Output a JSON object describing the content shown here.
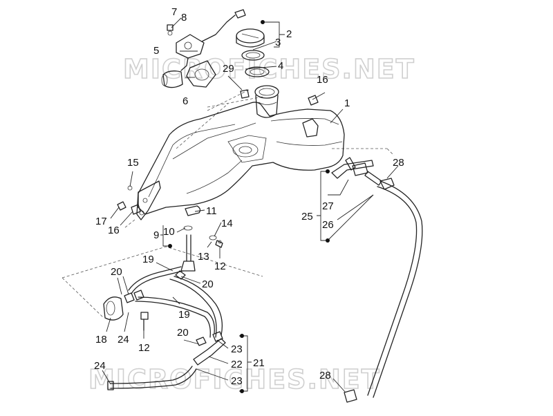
{
  "watermarks": [
    "MICROFICHES.NET",
    "MICROFICHES.NET"
  ],
  "labels": {
    "p1": "1",
    "p2": "2",
    "p3": "3",
    "p4": "4",
    "p5": "5",
    "p6": "6",
    "p7": "7",
    "p8": "8",
    "p9": "9",
    "p10": "10",
    "p11": "11",
    "p12a": "12",
    "p12b": "12",
    "p13": "13",
    "p14": "14",
    "p15": "15",
    "p16a": "16",
    "p16b": "16",
    "p17": "17",
    "p18": "18",
    "p19a": "19",
    "p19b": "19",
    "p20a": "20",
    "p20b": "20",
    "p20c": "20",
    "p21": "21",
    "p22": "22",
    "p23a": "23",
    "p23b": "23",
    "p24a": "24",
    "p24b": "24",
    "p25": "25",
    "p26": "26",
    "p27": "27",
    "p28a": "28",
    "p28b": "28",
    "p29": "29"
  }
}
